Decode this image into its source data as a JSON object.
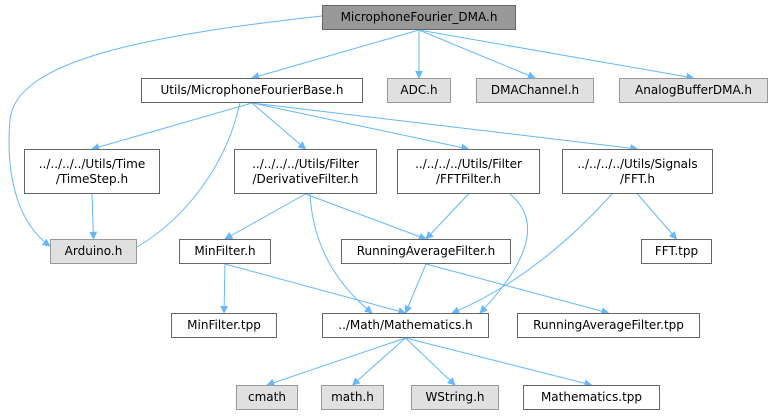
{
  "diagram": {
    "edge_color": "#63b8ff",
    "nodes": {
      "root": {
        "lines": [
          "MicrophoneFourier_DMA.h"
        ],
        "style": "root"
      },
      "base": {
        "lines": [
          "Utils/MicrophoneFourierBase.h"
        ],
        "style": "white"
      },
      "adc": {
        "lines": [
          "ADC.h"
        ],
        "style": "grey"
      },
      "dmach": {
        "lines": [
          "DMAChannel.h"
        ],
        "style": "grey"
      },
      "abuf": {
        "lines": [
          "AnalogBufferDMA.h"
        ],
        "style": "grey"
      },
      "timestep": {
        "lines": [
          "../../../../Utils/Time",
          "/TimeStep.h"
        ],
        "style": "white"
      },
      "deriv": {
        "lines": [
          "../../../../Utils/Filter",
          "/DerivativeFilter.h"
        ],
        "style": "white"
      },
      "fftfilter": {
        "lines": [
          "../../../../Utils/Filter",
          "/FFTFilter.h"
        ],
        "style": "white"
      },
      "fft": {
        "lines": [
          "../../../../Utils/Signals",
          "/FFT.h"
        ],
        "style": "white"
      },
      "arduino": {
        "lines": [
          "Arduino.h"
        ],
        "style": "grey"
      },
      "minfilter": {
        "lines": [
          "MinFilter.h"
        ],
        "style": "white"
      },
      "ravg": {
        "lines": [
          "RunningAverageFilter.h"
        ],
        "style": "white"
      },
      "ffttpp": {
        "lines": [
          "FFT.tpp"
        ],
        "style": "white"
      },
      "mintpp": {
        "lines": [
          "MinFilter.tpp"
        ],
        "style": "white"
      },
      "math": {
        "lines": [
          "../Math/Mathematics.h"
        ],
        "style": "white"
      },
      "ravgtpp": {
        "lines": [
          "RunningAverageFilter.tpp"
        ],
        "style": "white"
      },
      "cmath": {
        "lines": [
          "cmath"
        ],
        "style": "grey"
      },
      "mathh": {
        "lines": [
          "math.h"
        ],
        "style": "grey"
      },
      "wstring": {
        "lines": [
          "WString.h"
        ],
        "style": "grey"
      },
      "mathtpp": {
        "lines": [
          "Mathematics.tpp"
        ],
        "style": "white"
      }
    },
    "edges": [
      [
        "root",
        "base"
      ],
      [
        "root",
        "adc"
      ],
      [
        "root",
        "dmach"
      ],
      [
        "root",
        "abuf"
      ],
      [
        "root",
        "arduino"
      ],
      [
        "base",
        "timestep"
      ],
      [
        "base",
        "deriv"
      ],
      [
        "base",
        "fftfilter"
      ],
      [
        "base",
        "fft"
      ],
      [
        "base",
        "arduino"
      ],
      [
        "timestep",
        "arduino"
      ],
      [
        "deriv",
        "minfilter"
      ],
      [
        "deriv",
        "ravg"
      ],
      [
        "deriv",
        "math"
      ],
      [
        "fftfilter",
        "ravg"
      ],
      [
        "fftfilter",
        "math"
      ],
      [
        "fft",
        "math"
      ],
      [
        "fft",
        "ffttpp"
      ],
      [
        "minfilter",
        "mintpp"
      ],
      [
        "minfilter",
        "math"
      ],
      [
        "ravg",
        "math"
      ],
      [
        "ravg",
        "ravgtpp"
      ],
      [
        "math",
        "cmath"
      ],
      [
        "math",
        "mathh"
      ],
      [
        "math",
        "wstring"
      ],
      [
        "math",
        "mathtpp"
      ]
    ]
  }
}
